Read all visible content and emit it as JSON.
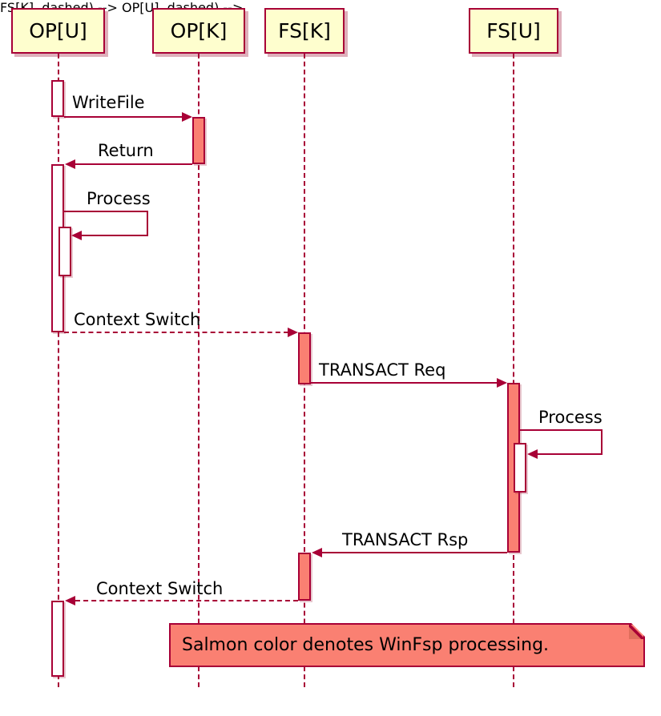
{
  "colors": {
    "accent": "#A80036",
    "participant_fill": "#FEFECE",
    "salmon": "#FA8072",
    "activation_white": "#FFFFFF",
    "text": "#000000"
  },
  "participants": [
    {
      "id": "opu",
      "label": "OP[U]"
    },
    {
      "id": "opk",
      "label": "OP[K]"
    },
    {
      "id": "fsk",
      "label": "FS[K]"
    },
    {
      "id": "fsu",
      "label": "FS[U]"
    }
  ],
  "messages": [
    {
      "label": "WriteFile",
      "from": "OP[U]",
      "to": "OP[K]",
      "style": "solid"
    },
    {
      "label": "Return",
      "from": "OP[K]",
      "to": "OP[U]",
      "style": "solid"
    },
    {
      "label": "Process",
      "from": "OP[U]",
      "to": "OP[U]",
      "style": "self"
    },
    {
      "label": "Context Switch",
      "from": "OP[U]",
      "to": "FS[K]",
      "style": "dashed"
    },
    {
      "label": "TRANSACT Req",
      "from": "FS[K]",
      "to": "FS[U]",
      "style": "solid"
    },
    {
      "label": "Process",
      "from": "FS[U]",
      "to": "FS[U]",
      "style": "self"
    },
    {
      "label": "TRANSACT Rsp",
      "from": "FS[U]",
      "to": "FS[K]",
      "style": "solid"
    },
    {
      "label": "Context Switch",
      "from": "FS[K]",
      "to": "OP[U]",
      "style": "dashed"
    }
  ],
  "note": {
    "text": "Salmon color denotes WinFsp processing."
  }
}
